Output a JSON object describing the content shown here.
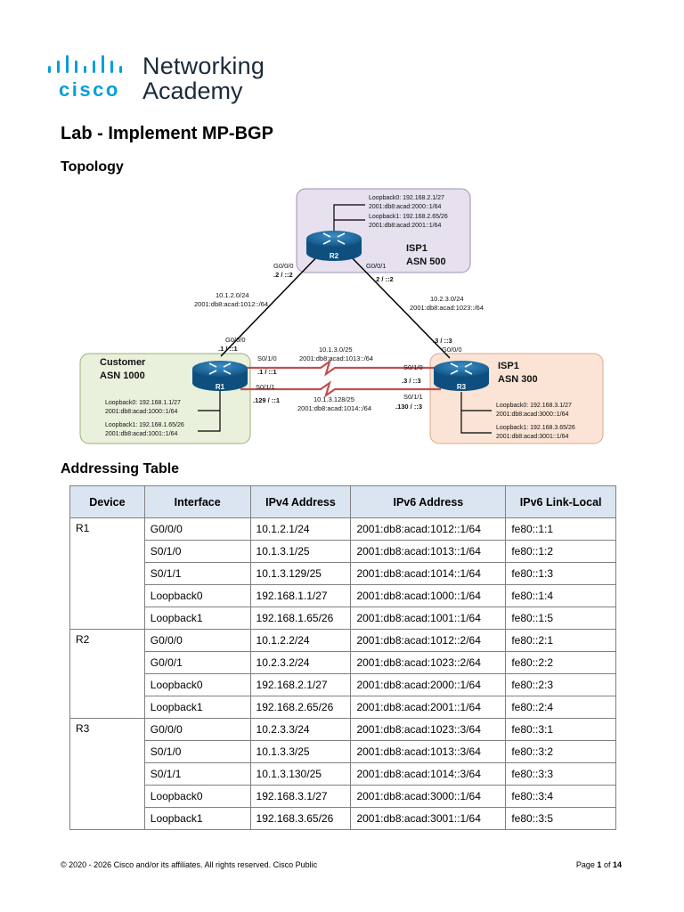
{
  "header": {
    "brand": "cisco",
    "line1": "Networking",
    "line2": "Academy",
    "brand_color": "#049fd9"
  },
  "lab_title": "Lab - Implement MP-BGP",
  "sections": {
    "topology": "Topology",
    "addressing": "Addressing Table"
  },
  "topology": {
    "r2": {
      "name": "R2",
      "org": "ISP1",
      "asn": "ASN 500",
      "lo0_v4": "Loopback0: 192.168.2.1/27",
      "lo0_v6": "2001:db8:acad:2000::1/64",
      "lo1_v4": "Loopback1: 192.168.2.65/26",
      "lo1_v6": "2001:db8:acad:2001::1/64",
      "g000": "G0/0/0",
      "g000_addr": ".2 / ::2",
      "g001": "G0/0/1",
      "g001_addr": ".2 / ::2",
      "zone_color": "#e6e0ef"
    },
    "r1": {
      "name": "R1",
      "org": "Customer",
      "asn": "ASN 1000",
      "lo0_v4": "Loopback0: 192.168.1.1/27",
      "lo0_v6": "2001:db8:acad:1000::1/64",
      "lo1_v4": "Loopback1: 192.168.1.65/26",
      "lo1_v6": "2001:db8:acad:1001::1/64",
      "g000": "G0/0/0",
      "g000_addr": ".1 / ::1",
      "s010": "S0/1/0",
      "s010_addr": ".1 / ::1",
      "s011": "S0/1/1",
      "s011_addr": ".129 / ::1",
      "zone_color": "#e9f1dc"
    },
    "r3": {
      "name": "R3",
      "org": "ISP1",
      "asn": "ASN 300",
      "lo0_v4": "Loopback0: 192.168.3.1/27",
      "lo0_v6": "2001:db8:acad:3000::1/64",
      "lo1_v4": "Loopback1: 192.168.3.65/26",
      "lo1_v6": "2001:db8:acad:3001::1/64",
      "g000": "G0/0/0",
      "g000_addr": ".3 / ::3",
      "s010": "S0/1/0",
      "s010_addr": ".3 / ::3",
      "s011": "S0/1/1",
      "s011_addr": ".130 / ::3",
      "zone_color": "#fbe4d5"
    },
    "links": {
      "r1r2_v4": "10.1.2.0/24",
      "r1r2_v6": "2001:db8:acad:1012::/64",
      "r2r3_v4": "10.2.3.0/24",
      "r2r3_v6": "2001:db8:acad:1023::/64",
      "s1_v4": "10.1.3.0/25",
      "s1_v6": "2001:db8:acad:1013::/64",
      "s2_v4": "10.1.3.128/25",
      "s2_v6": "2001:db8:acad:1014::/64",
      "serial_color": "#c0504d"
    }
  },
  "table": {
    "headers": [
      "Device",
      "Interface",
      "IPv4 Address",
      "IPv6 Address",
      "IPv6 Link-Local"
    ],
    "header_bg": "#dbe5f1",
    "groups": [
      {
        "device": "R1",
        "rows": [
          [
            "G0/0/0",
            "10.1.2.1/24",
            "2001:db8:acad:1012::1/64",
            "fe80::1:1"
          ],
          [
            "S0/1/0",
            "10.1.3.1/25",
            "2001:db8:acad:1013::1/64",
            "fe80::1:2"
          ],
          [
            "S0/1/1",
            "10.1.3.129/25",
            "2001:db8:acad:1014::1/64",
            "fe80::1:3"
          ],
          [
            "Loopback0",
            "192.168.1.1/27",
            "2001:db8:acad:1000::1/64",
            "fe80::1:4"
          ],
          [
            "Loopback1",
            "192.168.1.65/26",
            "2001:db8:acad:1001::1/64",
            "fe80::1:5"
          ]
        ]
      },
      {
        "device": "R2",
        "rows": [
          [
            "G0/0/0",
            "10.1.2.2/24",
            "2001:db8:acad:1012::2/64",
            "fe80::2:1"
          ],
          [
            "G0/0/1",
            "10.2.3.2/24",
            "2001:db8:acad:1023::2/64",
            "fe80::2:2"
          ],
          [
            "Loopback0",
            "192.168.2.1/27",
            "2001:db8:acad:2000::1/64",
            "fe80::2:3"
          ],
          [
            "Loopback1",
            "192.168.2.65/26",
            "2001:db8:acad:2001::1/64",
            "fe80::2:4"
          ]
        ]
      },
      {
        "device": "R3",
        "rows": [
          [
            "G0/0/0",
            "10.2.3.3/24",
            "2001:db8:acad:1023::3/64",
            "fe80::3:1"
          ],
          [
            "S0/1/0",
            "10.1.3.3/25",
            "2001:db8:acad:1013::3/64",
            "fe80::3:2"
          ],
          [
            "S0/1/1",
            "10.1.3.130/25",
            "2001:db8:acad:1014::3/64",
            "fe80::3:3"
          ],
          [
            "Loopback0",
            "192.168.3.1/27",
            "2001:db8:acad:3000::1/64",
            "fe80::3:4"
          ],
          [
            "Loopback1",
            "192.168.3.65/26",
            "2001:db8:acad:3001::1/64",
            "fe80::3:5"
          ]
        ]
      }
    ]
  },
  "footer": {
    "copyright": "© 2020 - 2026 Cisco and/or its affiliates. All rights reserved. Cisco Public",
    "page_prefix": "Page",
    "page_current": "1",
    "page_of": "of",
    "page_total": "14"
  }
}
